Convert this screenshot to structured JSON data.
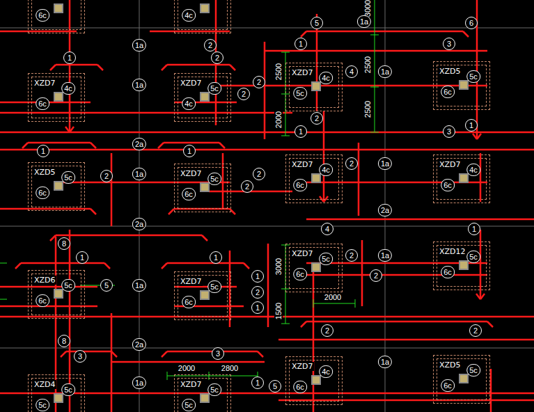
{
  "diagram": {
    "nodes": [
      {
        "text": [
          "6c"
        ]
      },
      {
        "text": [
          "4c"
        ]
      },
      {
        "text": [
          "XZD7",
          "4c",
          "6c"
        ]
      },
      {
        "text": [
          "XZD7",
          "5c",
          "4c"
        ]
      },
      {
        "text": [
          "XZD7",
          "4c",
          "5c"
        ]
      },
      {
        "text": [
          "XZD5",
          "5c",
          "6c"
        ]
      },
      {
        "text": [
          "XZD5",
          "5c",
          "6c"
        ]
      },
      {
        "text": [
          "XZD7",
          "5c",
          "6c"
        ]
      },
      {
        "text": [
          "XZD7",
          "4c",
          "6c"
        ]
      },
      {
        "text": [
          "XZD7",
          "4c",
          "6c"
        ]
      },
      {
        "text": [
          "XZD6",
          "5c",
          "6c"
        ]
      },
      {
        "text": [
          "XZD7",
          "5c",
          "6c"
        ]
      },
      {
        "text": [
          "XZD7",
          "5c",
          "6c"
        ]
      },
      {
        "text": [
          "XZD12",
          "5c",
          "6c"
        ]
      },
      {
        "text": [
          "XZD4",
          "5c",
          "5c"
        ]
      },
      {
        "text": [
          "XZD7",
          "5c",
          "5c"
        ]
      },
      {
        "text": [
          "XZD7",
          "4c",
          "6c"
        ]
      },
      {
        "text": [
          "XZD5",
          "5c",
          "6c"
        ]
      }
    ],
    "labels": [
      "3000",
      "5",
      "1a",
      "6",
      "1a",
      "2",
      "1",
      "3",
      "1",
      "2",
      "2500",
      "2500",
      "4",
      "1a",
      "1a",
      "2",
      "2",
      "2",
      "2000",
      "2500",
      "1",
      "3",
      "1",
      "1",
      "2a",
      "1",
      "2",
      "1a",
      "2",
      "1a",
      "2",
      "2",
      "2a",
      "2a",
      "4",
      "1",
      "8",
      "1",
      "1",
      "2",
      "1a",
      "3000",
      "1",
      "2",
      "5",
      "1a",
      "2",
      "2000",
      "1",
      "1500",
      "2",
      "2",
      "8",
      "2a",
      "3",
      "3",
      "2000",
      "2800",
      "1a",
      "1a",
      "1",
      "5"
    ]
  }
}
